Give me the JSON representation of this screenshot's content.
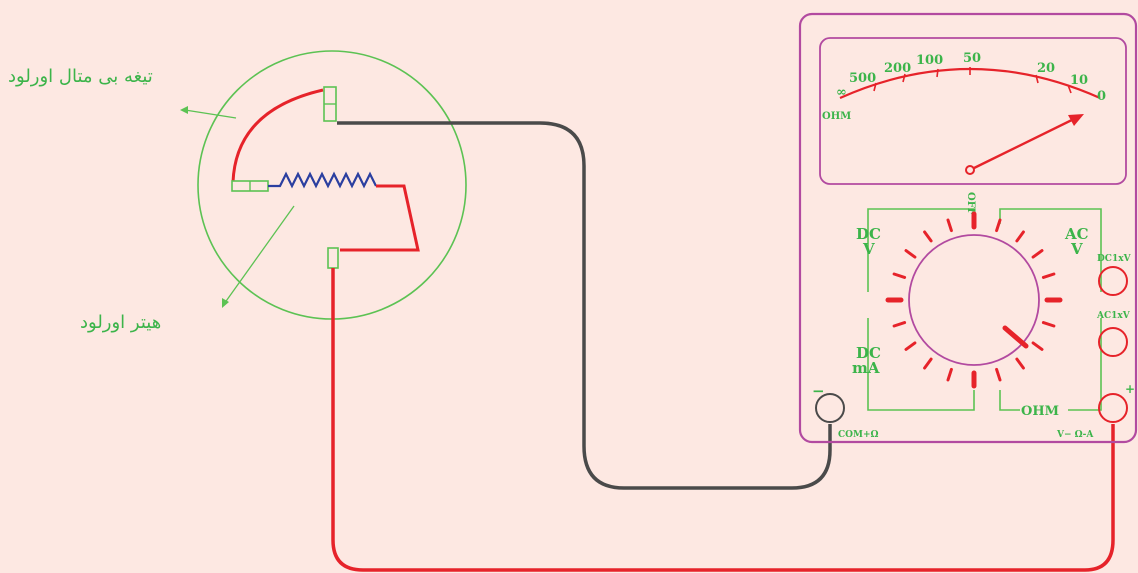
{
  "labels": {
    "blade": "تیغه بی متال اورلود",
    "heater": "هیتر اورلود"
  },
  "multimeter": {
    "scale_ohm": "OHM",
    "scale_infinity": "∞",
    "scale_numbers": [
      "500",
      "200",
      "100",
      "50",
      "20",
      "10",
      "0"
    ],
    "off_label": "OFF",
    "dc_v": [
      "DC",
      "V"
    ],
    "ac_v": [
      "AC",
      "V"
    ],
    "dc_ma": [
      "DC",
      "mA"
    ],
    "ohm_range": "OHM",
    "jack_dc": "DC1xV",
    "jack_ac": "AC1xV",
    "jack_com": "COM+Ω",
    "jack_v": "V− Ω-A",
    "minus": "−",
    "plus": "+"
  },
  "colors": {
    "background": "#fde8e2",
    "green": "#5cc253",
    "text_green": "#3cb44a",
    "red": "#e6232a",
    "purple": "#b24aa0",
    "blue": "#2b3fa0",
    "dark_wire": "#4a4a4a"
  }
}
